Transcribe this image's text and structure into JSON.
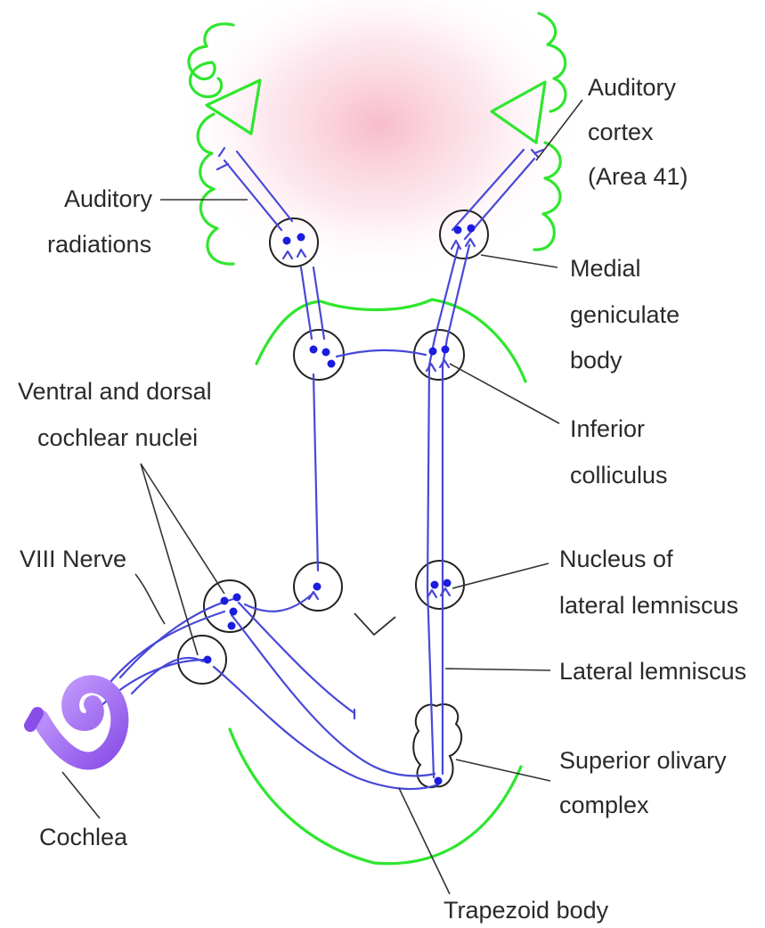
{
  "labels": {
    "auditory_cortex": [
      "Auditory",
      "cortex",
      "(Area 41)"
    ],
    "auditory_radiations": [
      "Auditory",
      "radiations"
    ],
    "medial_geniculate": [
      "Medial",
      "geniculate",
      "body"
    ],
    "inferior_colliculus": [
      "Inferior",
      "colliculus"
    ],
    "cochlear_nuclei": [
      "Ventral and dorsal",
      "cochlear nuclei"
    ],
    "viii_nerve": [
      "VIII Nerve"
    ],
    "nucleus_lateral_lemniscus": [
      "Nucleus of",
      "lateral lemniscus"
    ],
    "lateral_lemniscus": [
      "Lateral lemniscus"
    ],
    "superior_olivary": [
      "Superior olivary",
      "complex"
    ],
    "cochlea": [
      "Cochlea"
    ],
    "trapezoid_body": [
      "Trapezoid body"
    ]
  },
  "colors": {
    "outline": "#2fe62f",
    "pathway": "#4848d8",
    "nucleus_dot": "#1c1ce0",
    "cochlea": "#9a5cf0",
    "cortex_glow": "#f7b8c8"
  }
}
